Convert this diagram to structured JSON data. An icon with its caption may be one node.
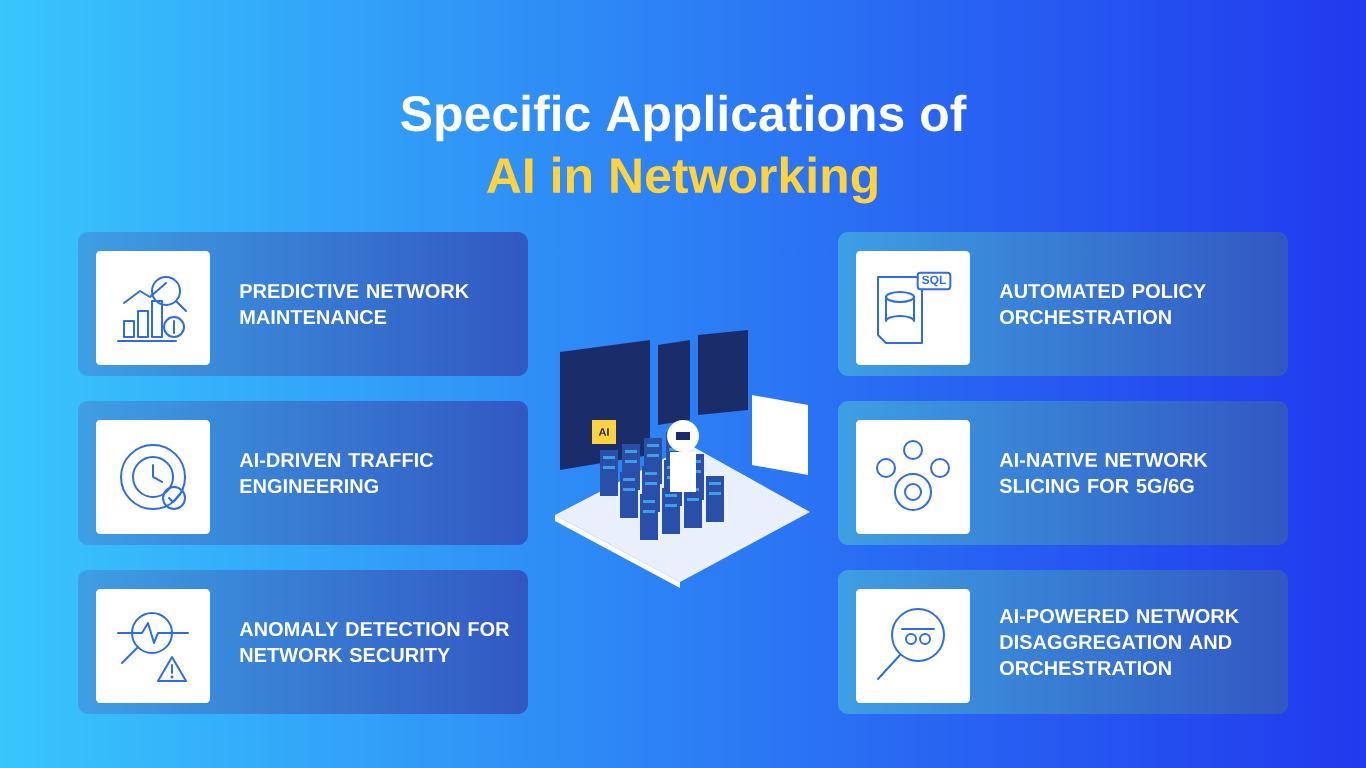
{
  "diagram": {
    "title": "Specific Applications of",
    "nodes": [
      {
        "text": [
          "PREDICTIVE NETWORK MAINTENANCE"
        ]
      },
      {
        "text": [
          "AI-DRIVEN TRAFFIC ENGINEERING"
        ]
      },
      {
        "text": [
          "ANOMALY DETECTION FOR NETWORK SECURITY"
        ]
      },
      {
        "text": [
          "AUTOMATED POLICY ORCHESTRATION"
        ]
      },
      {
        "text": [
          "AI-NATIVE NETWORK SLICING FOR 5G/6G"
        ]
      },
      {
        "text": [
          "AI-POWERED NETWORK DISAGGREGATION AND ORCHESTRATION"
        ]
      }
    ],
    "labels": [
      "AI in Networking",
      "SQL",
      "AI"
    ]
  }
}
